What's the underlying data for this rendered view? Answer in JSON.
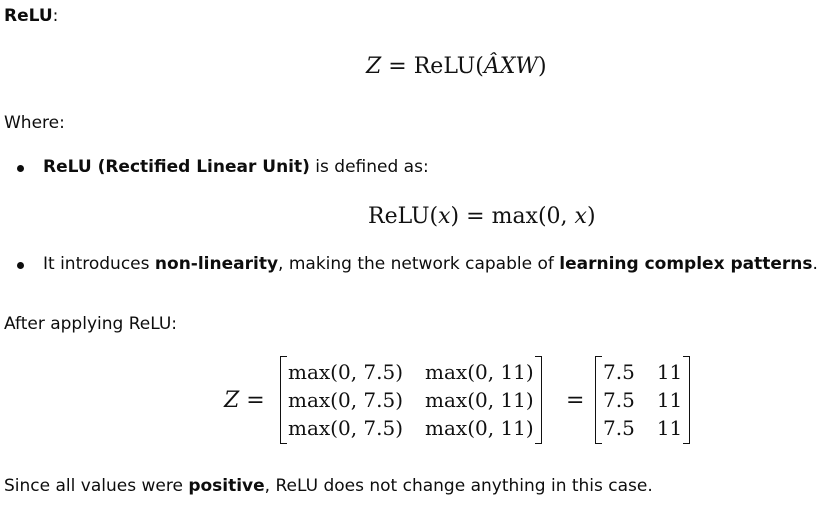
{
  "heading": "ReLU",
  "heading_colon": ":",
  "eq_main": {
    "lhs": "Z",
    "eq": "=",
    "func": "ReLU(",
    "a_hat": "Â",
    "xw": "XW",
    "close": ")"
  },
  "where_label": "Where:",
  "bullet1": {
    "bold": "ReLU (Rectified Linear Unit)",
    "rest": " is defined as:"
  },
  "eq_relu": {
    "func": "ReLU(",
    "x": "x",
    "close": ")",
    "eq": "=",
    "max": "max(0,",
    "x2": "x",
    "close2": ")"
  },
  "bullet2": {
    "pre": "It introduces ",
    "bold1": "non-linearity",
    "mid": ", making the network capable of ",
    "bold2": "learning complex patterns",
    "end": "."
  },
  "after_label": "After applying ReLU:",
  "matrix_eq": {
    "lhs": "Z",
    "eq1": "=",
    "eq2": "=",
    "left_rows": [
      [
        "max(0, 7.5)",
        "max(0, 11)"
      ],
      [
        "max(0, 7.5)",
        "max(0, 11)"
      ],
      [
        "max(0, 7.5)",
        "max(0, 11)"
      ]
    ],
    "right_rows": [
      [
        "7.5",
        "11"
      ],
      [
        "7.5",
        "11"
      ],
      [
        "7.5",
        "11"
      ]
    ]
  },
  "conclusion": {
    "pre": "Since all values were ",
    "bold": "positive",
    "post": ", ReLU does not change anything in this case."
  }
}
